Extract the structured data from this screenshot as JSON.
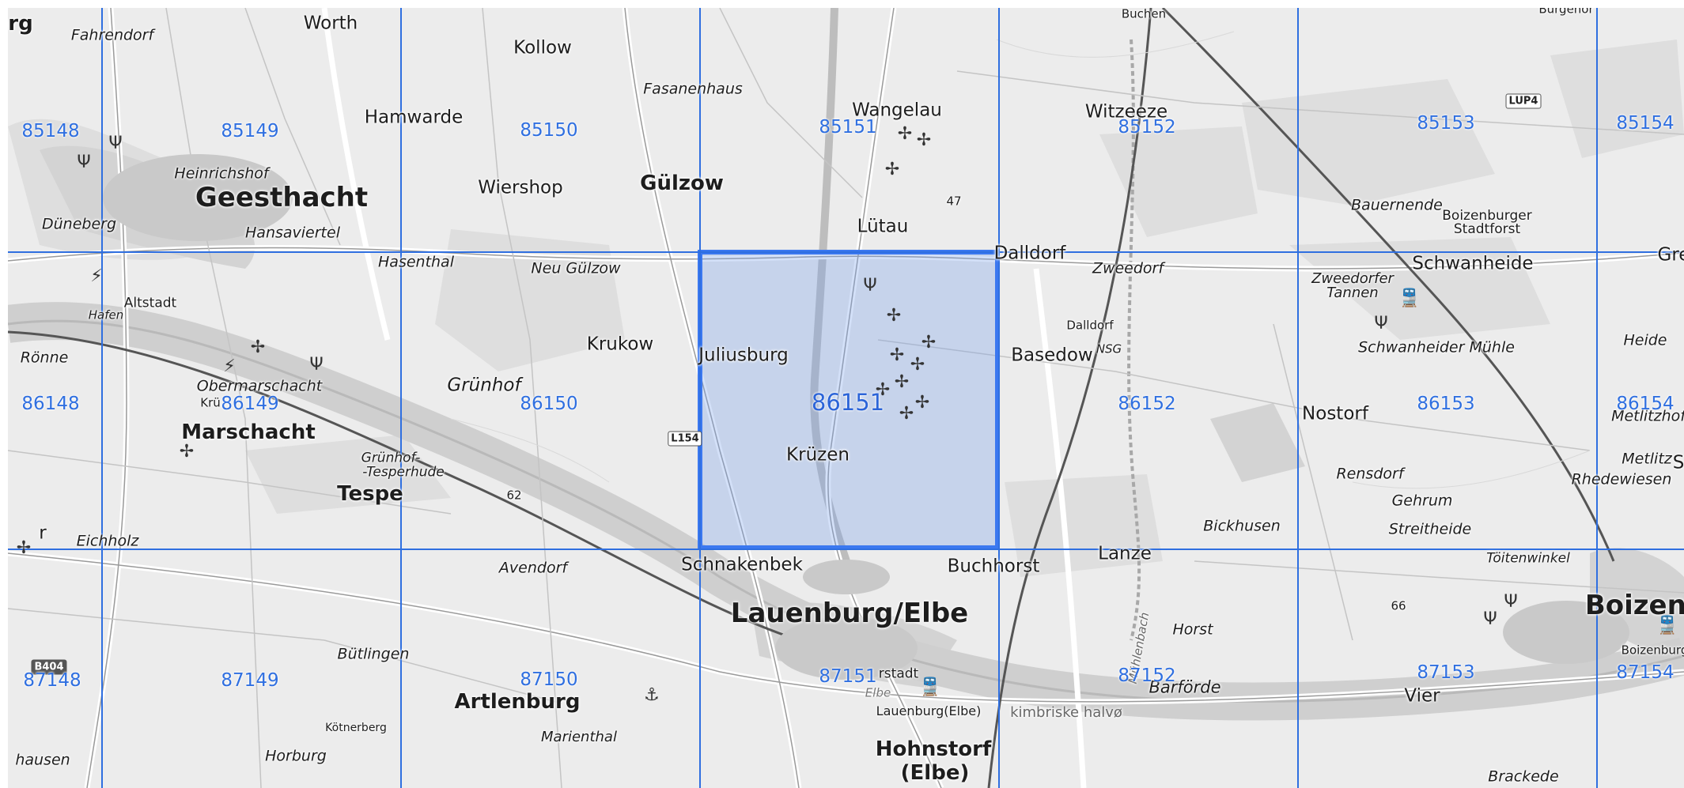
{
  "map": {
    "places": [
      {
        "name": "Geesthacht",
        "kind": "city"
      },
      {
        "name": "Lauenburg/Elbe",
        "kind": "city"
      },
      {
        "name": "Boizenb",
        "kind": "city"
      },
      {
        "name": "Kollow",
        "kind": "village"
      },
      {
        "name": "Hamwarde",
        "kind": "village"
      },
      {
        "name": "Worth",
        "kind": "village"
      },
      {
        "name": "Gülzow",
        "kind": "town"
      },
      {
        "name": "Wiershop",
        "kind": "village"
      },
      {
        "name": "Lütau",
        "kind": "village"
      },
      {
        "name": "Wangelau",
        "kind": "village"
      },
      {
        "name": "Witzeeze",
        "kind": "village"
      },
      {
        "name": "Fasanenhaus",
        "kind": "hamlet"
      },
      {
        "name": "Fahrendorf",
        "kind": "hamlet"
      },
      {
        "name": "Heinrichshof",
        "kind": "hamlet"
      },
      {
        "name": "Düneberg",
        "kind": "hamlet"
      },
      {
        "name": "Hansaviertel",
        "kind": "hamlet"
      },
      {
        "name": "Hasenthal",
        "kind": "hamlet"
      },
      {
        "name": "Neu Gülzow",
        "kind": "hamlet"
      },
      {
        "name": "Dalldorf",
        "kind": "village"
      },
      {
        "name": "Zweedorf",
        "kind": "hamlet"
      },
      {
        "name": "Schwanheide",
        "kind": "village"
      },
      {
        "name": "Bauernende",
        "kind": "hamlet"
      },
      {
        "name": "Boizenburger Stadtforst",
        "kind": "small"
      },
      {
        "name": "Gre",
        "kind": "village"
      },
      {
        "name": "Buchen",
        "kind": "small"
      },
      {
        "name": "Altstadt",
        "kind": "small"
      },
      {
        "name": "Hafen",
        "kind": "small"
      },
      {
        "name": "Rönne",
        "kind": "hamlet"
      },
      {
        "name": "Obermarschacht",
        "kind": "hamlet"
      },
      {
        "name": "Krü",
        "kind": "small"
      },
      {
        "name": "Marschacht",
        "kind": "town"
      },
      {
        "name": "Grünhof",
        "kind": "hamlet"
      },
      {
        "name": "Krukow",
        "kind": "village"
      },
      {
        "name": "Juliusburg",
        "kind": "village"
      },
      {
        "name": "Krüzen",
        "kind": "village"
      },
      {
        "name": "Basedow",
        "kind": "village"
      },
      {
        "name": "Dalldorf",
        "kind": "small"
      },
      {
        "name": "NSG",
        "kind": "small"
      },
      {
        "name": "Zweedorfer Tannen",
        "kind": "small"
      },
      {
        "name": "Schwanheider Mühle",
        "kind": "hamlet"
      },
      {
        "name": "Heide",
        "kind": "hamlet"
      },
      {
        "name": "Metlitzhof",
        "kind": "hamlet"
      },
      {
        "name": "Nostorf",
        "kind": "village"
      },
      {
        "name": "Rensdorf",
        "kind": "hamlet"
      },
      {
        "name": "Gehrum",
        "kind": "hamlet"
      },
      {
        "name": "Metlitz",
        "kind": "hamlet"
      },
      {
        "name": "Rhedewiesen",
        "kind": "hamlet"
      },
      {
        "name": "Streitheide",
        "kind": "hamlet"
      },
      {
        "name": "Bickhusen",
        "kind": "hamlet"
      },
      {
        "name": "Grünhof-",
        "kind": "small"
      },
      {
        "name": "-Tesperhude",
        "kind": "small"
      },
      {
        "name": "Tespe",
        "kind": "town"
      },
      {
        "name": "Eichholz",
        "kind": "hamlet"
      },
      {
        "name": "Avendorf",
        "kind": "hamlet"
      },
      {
        "name": "Schnakenbek",
        "kind": "village"
      },
      {
        "name": "Buchhorst",
        "kind": "village"
      },
      {
        "name": "Lanze",
        "kind": "village"
      },
      {
        "name": "Töitenwinkel",
        "kind": "small"
      },
      {
        "name": "Bütlingen",
        "kind": "hamlet"
      },
      {
        "name": "Artlenburg",
        "kind": "town"
      },
      {
        "name": "Marienthal",
        "kind": "hamlet"
      },
      {
        "name": "Kötnerberg",
        "kind": "small"
      },
      {
        "name": "Horburg",
        "kind": "hamlet"
      },
      {
        "name": "hausen",
        "kind": "hamlet"
      },
      {
        "name": "Hohnstorf",
        "kind": "town"
      },
      {
        "name": "(Elbe)",
        "kind": "town"
      },
      {
        "name": "Lauenburg(Elbe)",
        "kind": "small"
      },
      {
        "name": "rstadt",
        "kind": "small"
      },
      {
        "name": "Horst",
        "kind": "hamlet"
      },
      {
        "name": "Barförde",
        "kind": "hamlet"
      },
      {
        "name": "kimbriske halvø",
        "kind": "small"
      },
      {
        "name": "Vier",
        "kind": "village"
      },
      {
        "name": "Brackede",
        "kind": "hamlet"
      },
      {
        "name": "Boizenburg",
        "kind": "small"
      },
      {
        "name": "Mühlenbach",
        "kind": "small"
      },
      {
        "name": "Elbe",
        "kind": "small"
      },
      {
        "name": "rg",
        "kind": "town"
      },
      {
        "name": "r",
        "kind": "village"
      },
      {
        "name": "S",
        "kind": "village"
      },
      {
        "name": "Burgenor",
        "kind": "small"
      }
    ],
    "road_shields": [
      "LUP4",
      "L154",
      "B404"
    ],
    "elevations": [
      "47",
      "62",
      "66"
    ]
  },
  "grid": {
    "cells": [
      {
        "id": "85148"
      },
      {
        "id": "85149"
      },
      {
        "id": "85150"
      },
      {
        "id": "85151"
      },
      {
        "id": "85152"
      },
      {
        "id": "85153"
      },
      {
        "id": "85154"
      },
      {
        "id": "86148"
      },
      {
        "id": "86149"
      },
      {
        "id": "86150"
      },
      {
        "id": "86151",
        "selected": true
      },
      {
        "id": "86152"
      },
      {
        "id": "86153"
      },
      {
        "id": "86154"
      },
      {
        "id": "87148"
      },
      {
        "id": "87149"
      },
      {
        "id": "87150"
      },
      {
        "id": "87151"
      },
      {
        "id": "87152"
      },
      {
        "id": "87153"
      },
      {
        "id": "87154"
      }
    ],
    "selected_cell": "86151",
    "line_color": "#2f6fe0",
    "selection_color": "#3b78f0"
  }
}
